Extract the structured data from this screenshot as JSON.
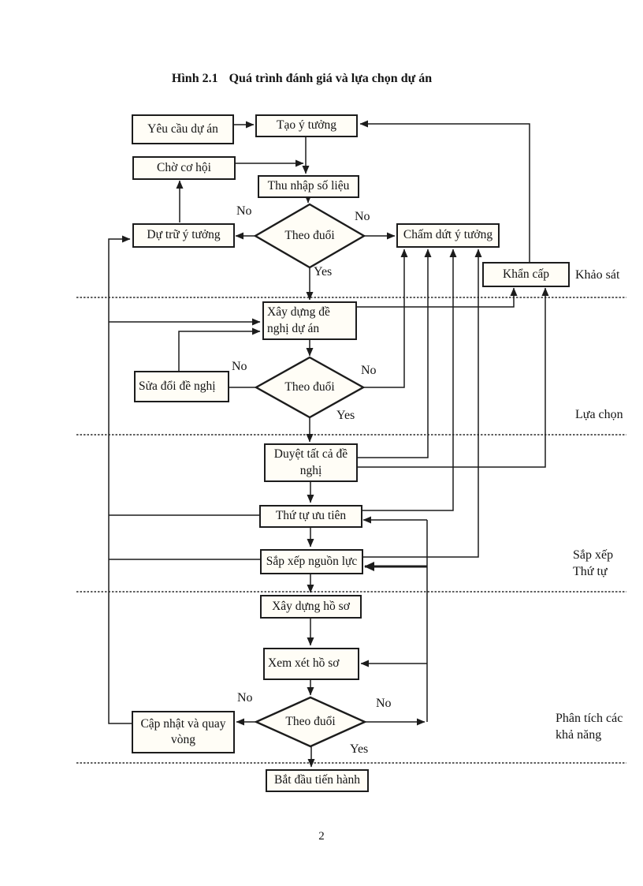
{
  "title": {
    "prefix": "Hình 2.1",
    "text": "Quá trình đánh giá và lựa chọn dự án"
  },
  "page_number": "2",
  "nodes": {
    "yeu_cau": "Yêu cầu dự án",
    "tao_y_tuong": "Tạo ý tưởng",
    "cho_co_hoi": "Chờ cơ hội",
    "thu_nhap": "Thu nhập số liệu",
    "du_tru": "Dự trữ ý tưởng",
    "cham_dut": "Chấm dứt ý tưởng",
    "khan_cap": "Khẩn cấp",
    "xay_dung_de_nghi": "Xây dựng đề nghị dự án",
    "sua_doi": "Sửa đổi đề nghị",
    "duyet": "Duyệt tất cả đề nghị",
    "thu_tu": "Thứ tự ưu tiên",
    "sap_xep": "Sắp xếp nguồn lực",
    "xay_dung_ho_so": "Xây dựng hồ sơ",
    "xem_xet": "Xem xét hồ sơ",
    "cap_nhat": "Cập nhật và quay vòng",
    "bat_dau": "Bắt đầu tiến hành"
  },
  "decisions": {
    "d1": "Theo đuổi",
    "d2": "Theo đuổi",
    "d3": "Theo đuổi"
  },
  "labels": {
    "no": "No",
    "yes": "Yes"
  },
  "sections": {
    "khao_sat": "Khảo sát",
    "lua_chon": "Lựa chọn",
    "sap_xep_line1": "Sắp xếp",
    "sap_xep_line2": "Thứ tự",
    "phan_tich_line1": "Phân tích các",
    "phan_tich_line2": "khả năng"
  },
  "colors": {
    "ink": "#1c1c1c",
    "background": "#ffffff",
    "box_fill": "#fffdf6"
  }
}
